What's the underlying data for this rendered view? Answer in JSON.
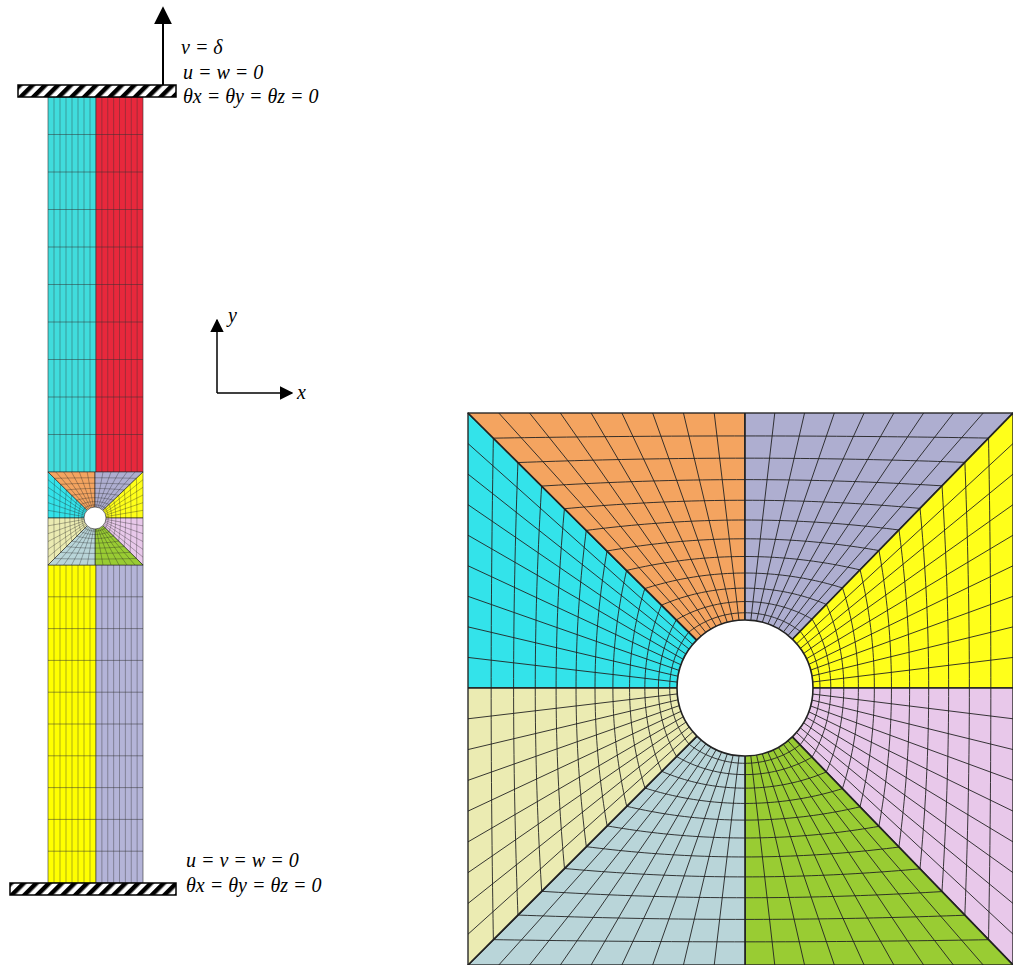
{
  "diagram": {
    "labels": [
      "v = δ",
      "u = w = 0",
      "θx = θy = θz = 0",
      "y",
      "x",
      "u = v = w = 0",
      "θx = θy = θz = 0"
    ]
  }
}
